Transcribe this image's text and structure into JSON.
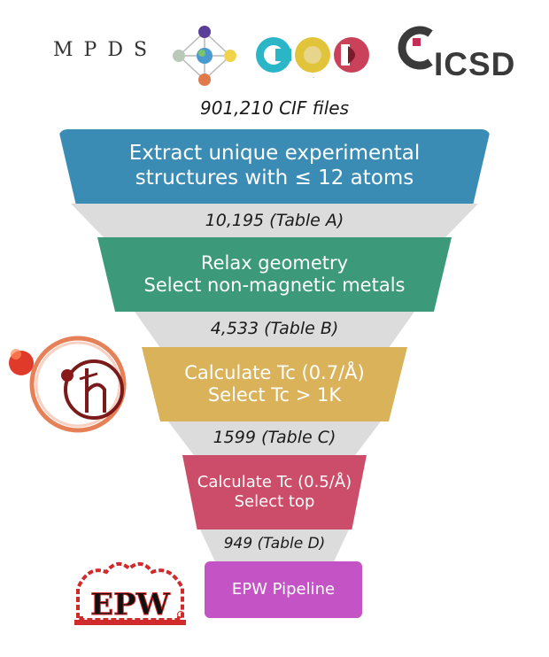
{
  "logos": {
    "mpds": "MPDS",
    "cod": "COD",
    "icsd": "ICSD",
    "epw": "EPW"
  },
  "top_count": "901,210 CIF files",
  "stages": [
    {
      "lines": [
        "Extract unique experimental",
        "structures with ≤ 12 atoms"
      ],
      "color": "#3a8cb5",
      "output": "10,195 (Table A)"
    },
    {
      "lines": [
        "Relax geometry",
        "Select non-magnetic metals"
      ],
      "color": "#3c9a7b",
      "output": "4,533 (Table B)"
    },
    {
      "lines": [
        "Calculate Tc (0.7/Å)",
        "Select Tc > 1K"
      ],
      "color": "#d9b25a",
      "output": "1599 (Table C)"
    },
    {
      "lines": [
        "Calculate Tc (0.5/Å)",
        "Select top"
      ],
      "color": "#cc4d69",
      "output": "949 (Table D)"
    },
    {
      "lines": [
        "EPW Pipeline"
      ],
      "color": "#c454c6"
    }
  ]
}
